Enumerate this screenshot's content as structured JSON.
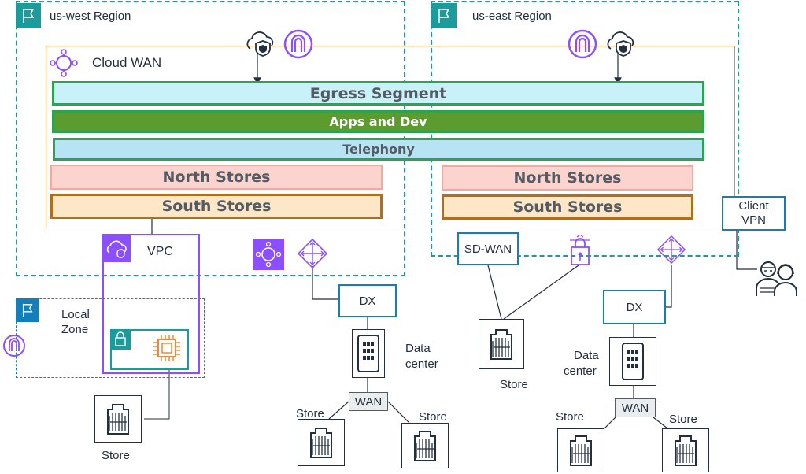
{
  "regions": {
    "west_label": "us-west Region",
    "east_label": "us-east Region",
    "local_zone_label_1": "Local",
    "local_zone_label_2": "Zone"
  },
  "cloud_wan": {
    "label": "Cloud WAN",
    "segments": {
      "egress": "Egress Segment",
      "apps": "Apps and Dev",
      "telephony": "Telephony",
      "north_west": "North Stores",
      "south_west": "South Stores",
      "north_east": "North Stores",
      "south_east": "South Stores"
    }
  },
  "nodes": {
    "vpc": "VPC",
    "sdwan": "SD-WAN",
    "client_vpn_1": "Client",
    "client_vpn_2": "VPN",
    "dx_west": "DX",
    "dx_east": "DX",
    "wan_west": "WAN",
    "wan_east": "WAN",
    "dc_west_1": "Data",
    "dc_west_2": "center",
    "dc_east_1": "Data",
    "dc_east_2": "center",
    "store_localzone": "Store",
    "store_sdwan": "Store",
    "store_wan_west_left": "Store",
    "store_wan_west_right": "Store",
    "store_wan_east_left": "Store",
    "store_wan_east_right": "Store"
  },
  "colors": {
    "region_border": "#1a9c9c",
    "cloud_wan_border": "#f58536",
    "segment_border": "#2aa44f",
    "vpc_border": "#8c4fff",
    "connector_border": "#147eba"
  }
}
